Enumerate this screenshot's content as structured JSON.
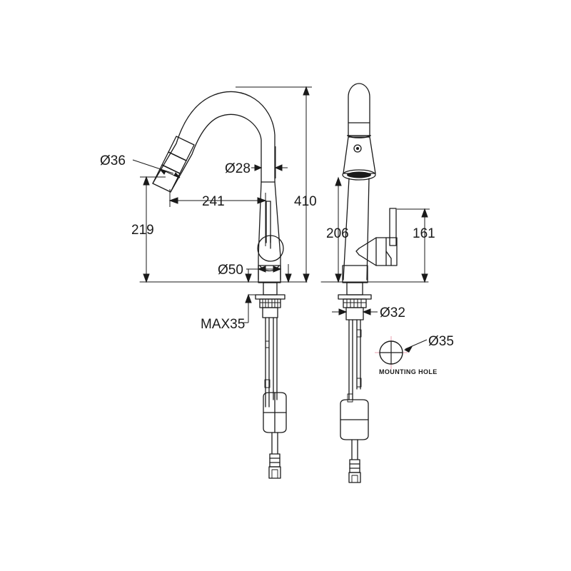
{
  "drawing": {
    "title": "Kitchen Mixer Tap Dimensional Drawing",
    "line_color": "#1a1a1a",
    "centerline_color": "#e8a0b0",
    "background": "#ffffff",
    "units": "mm"
  },
  "dimensions": {
    "spout_outlet_dia": "Ø36",
    "spout_tube_dia": "Ø28",
    "overall_height": "410",
    "spout_reach": "241",
    "spout_outlet_height": "219",
    "base_dia": "Ø50",
    "max_deck_thickness": "MAX35",
    "body_height": "206",
    "handle_height": "161",
    "shank_dia": "Ø32",
    "mounting_hole_dia": "Ø35"
  },
  "labels": {
    "mounting_hole": "MOUNTING HOLE"
  },
  "views": {
    "left": "side-elevation",
    "right": "front-elevation",
    "detail": "mounting-hole-detail"
  }
}
